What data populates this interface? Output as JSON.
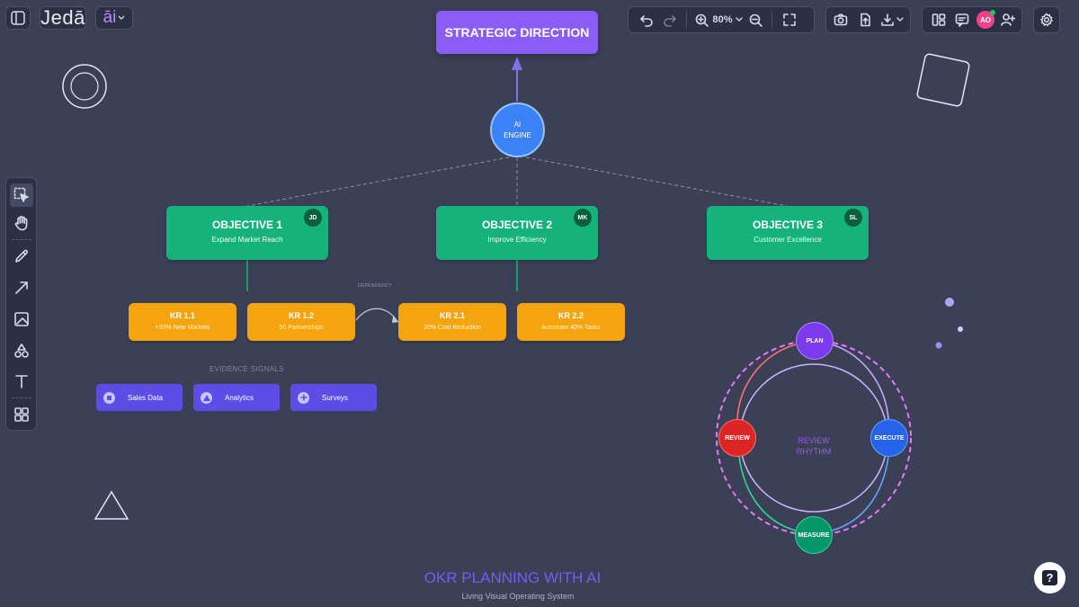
{
  "topbar": {
    "logo": "Jedā",
    "ai_label": "āi",
    "zoom": "80%",
    "avatar_initials": "AO"
  },
  "diagram": {
    "root": "STRATEGIC DIRECTION",
    "engine_line1": "AI",
    "engine_line2": "ENGINE",
    "objectives": [
      {
        "title": "OBJECTIVE 1",
        "subtitle": "Expand Market Reach",
        "owner": "JD"
      },
      {
        "title": "OBJECTIVE 2",
        "subtitle": "Improve Efficiency",
        "owner": "MK"
      },
      {
        "title": "OBJECTIVE 3",
        "subtitle": "Customer Excellence",
        "owner": "SL"
      }
    ],
    "key_results": [
      {
        "title": "KR 1.1",
        "subtitle": "+30% New Markets"
      },
      {
        "title": "KR 1.2",
        "subtitle": "50 Partnerships"
      },
      {
        "title": "KR 2.1",
        "subtitle": "20% Cost Reduction"
      },
      {
        "title": "KR 2.2",
        "subtitle": "Automate 40% Tasks"
      }
    ],
    "dependency_label": "DEPENDENCY",
    "evidence_title": "EVIDENCE SIGNALS",
    "evidence": [
      "Sales Data",
      "Analytics",
      "Surveys"
    ],
    "cycle": {
      "plan": "PLAN",
      "execute": "EXECUTE",
      "measure": "MEASURE",
      "review": "REVIEW",
      "center_line1": "REVIEW",
      "center_line2": "RHYTHM"
    },
    "footer_title": "OKR PLANNING WITH AI",
    "footer_subtitle": "Living Visual Operating System"
  },
  "help_label": "?",
  "colors": {
    "canvas": "#3b4057",
    "objective": "#16b27c",
    "key_result": "#f4a40f",
    "root": "#8b5cf6",
    "engine": "#3b82f6",
    "evidence": "#5b4de6",
    "plan": "#7c3aed",
    "execute": "#2563eb",
    "measure": "#059669",
    "review": "#dc2626"
  }
}
